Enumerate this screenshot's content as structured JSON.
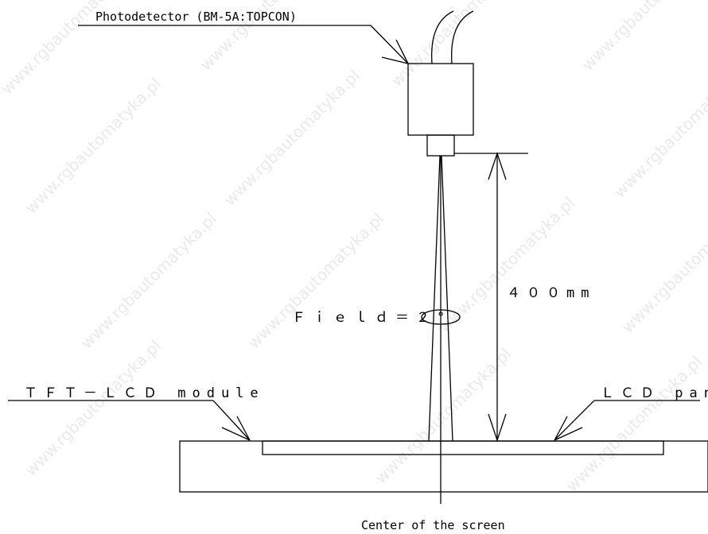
{
  "watermark": "www.rgbautomatyka.pl",
  "labels": {
    "photodetector": "Photodetector (BM-5A:TOPCON)",
    "field": "Ｆｉｅｌｄ＝２°",
    "distance": "４００mm",
    "tft_module": "ＴＦＴ－ＬＣＤ module",
    "lcd_panel": "ＬＣＤ panel",
    "center": "Center of the screen"
  },
  "colors": {
    "line": "#000000",
    "background": "#ffffff",
    "watermark": "#d9d9d9"
  }
}
